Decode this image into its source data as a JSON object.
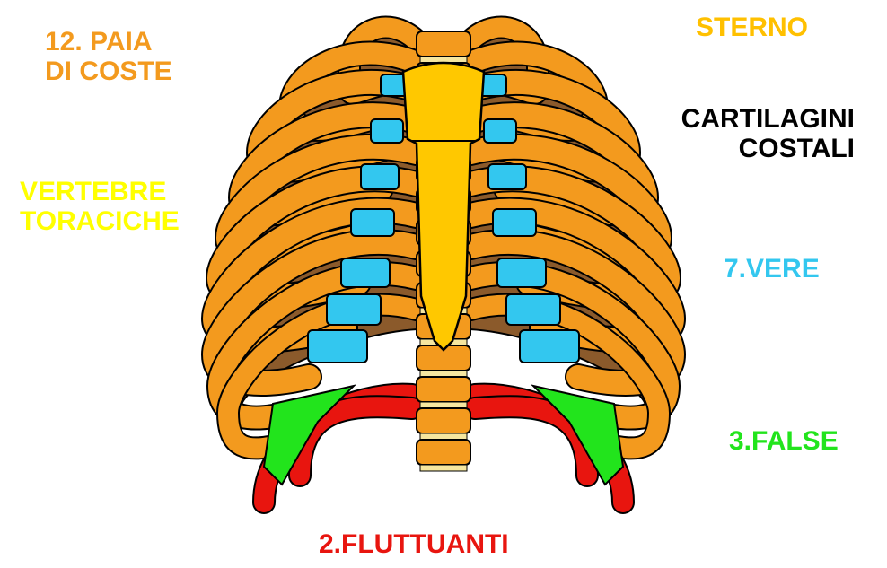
{
  "labels": {
    "pairs": {
      "line1": "12. PAIA",
      "line2": "DI COSTE"
    },
    "vertebrae": {
      "line1": "VERTEBRE",
      "line2": "TORACICHE"
    },
    "sternum": "STERNO",
    "cartilage": {
      "line1": "CARTILAGINI",
      "line2": "COSTALI"
    },
    "true_ribs": "7.VERE",
    "false_ribs": "3.FALSE",
    "floating_ribs": "2.FLUTTUANTI"
  },
  "colors": {
    "ribs": "#f39a1e",
    "ribs_back": "#8b5a2b",
    "sternum": "#ffc800",
    "vertebrae": "#f39a1e",
    "intervertebral_disc": "#f5e6a0",
    "true_cartilage": "#33c7ef",
    "false_cartilage": "#22e41c",
    "floating_ribs": "#e8150f",
    "pairs_label": "#f39a1e",
    "vertebrae_label": "#ffff00",
    "sternum_label": "#ffc000",
    "cartilage_label": "#000000",
    "true_label": "#33c7ef",
    "false_label": "#22e41c",
    "floating_label": "#e8150f"
  }
}
